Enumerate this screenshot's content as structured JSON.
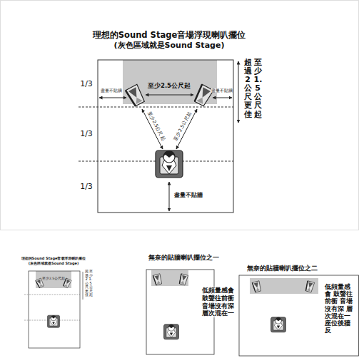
{
  "diagram": {
    "title": "理想的Sound Stage音場浮現喇叭擺位",
    "labels": [
      "(灰色區域就是Sound Stage)",
      "1/3",
      "1/3",
      "1/3",
      "盡量不貼牆",
      "至少2.5公尺起",
      "盡量不貼牆",
      "至少1.5公尺起",
      "超過2公尺更佳",
      "至少2.5公尺起",
      "至少2.5公尺起",
      "盡量不貼牆",
      "理想的Sound Stage音場浮現喇叭擺位",
      "(灰色區域就是Sound Stage)",
      "至少2.5公尺起",
      "至少1.5公尺起",
      "超過2公尺更佳",
      "無奈的貼牆喇叭擺位之一",
      "低頻量感會 鼓聲往前衝 音場沒有深 層次混在一",
      "無奈的貼牆喇叭擺位之二",
      "低頻量感會 鼓聲往前衝 音場沒有深 層次混在一 座位後牆反"
    ]
  }
}
